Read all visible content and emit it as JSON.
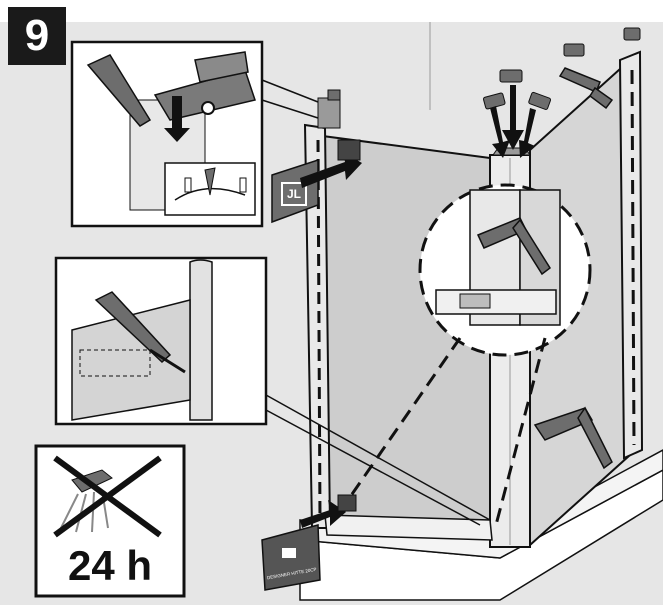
{
  "step": {
    "number": "9"
  },
  "cure_time": {
    "label": "24 h"
  },
  "part_labels": {
    "upper_cap": "JL",
    "lower_cap": "DESIGNER HITTE 20CP"
  },
  "colors": {
    "background": "#e6e6e6",
    "inset_background": "#ffffff",
    "glass": "#cfcfcf",
    "profile": "#e9e9e9",
    "outline": "#111111",
    "part_grey": "#6d6d6d",
    "badge": "#1a1a1a"
  },
  "icons": [
    "no-shower-icon",
    "silicone-gun-icon",
    "cap-icon",
    "arrow-icon"
  ]
}
